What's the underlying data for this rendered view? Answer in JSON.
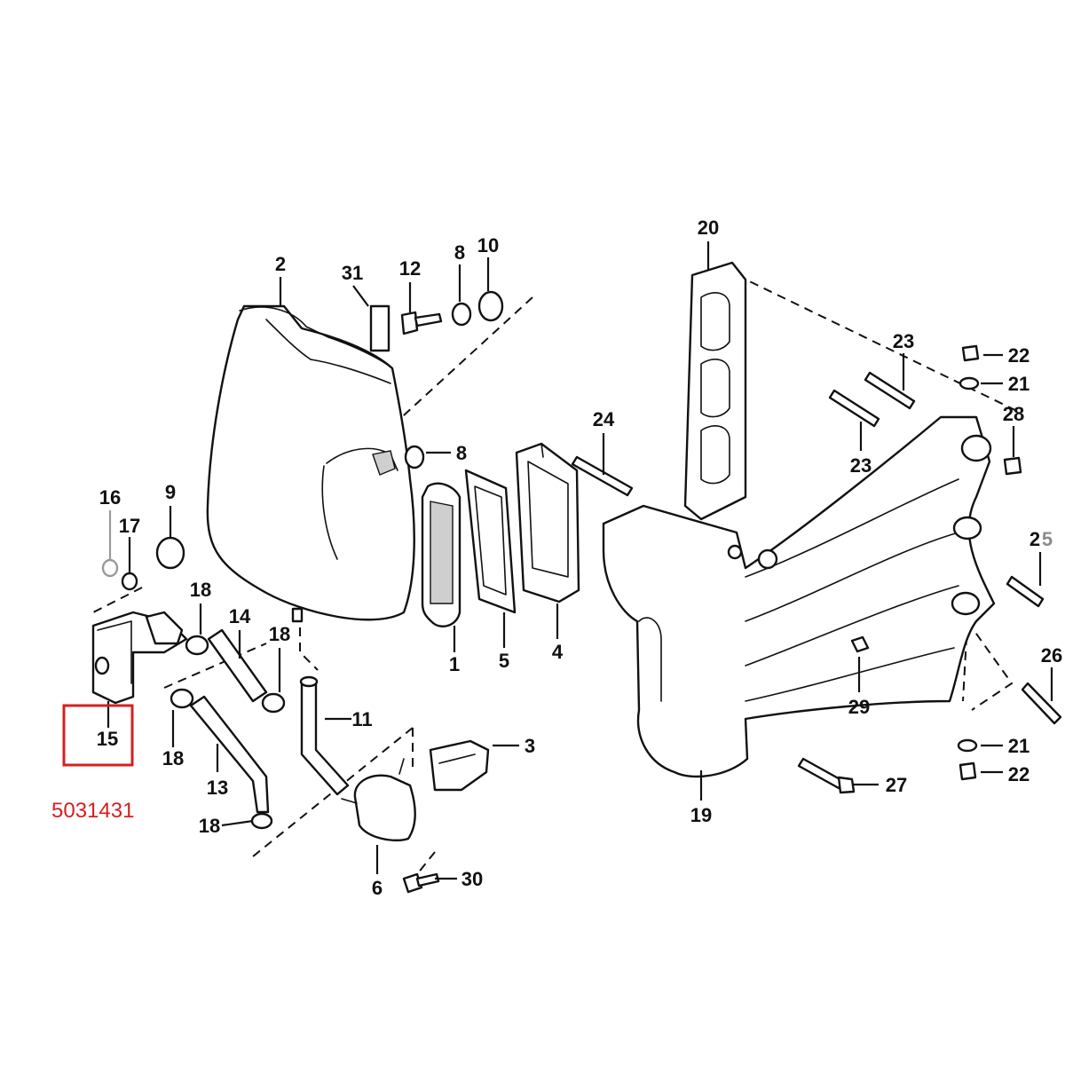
{
  "labels": {
    "1": "1",
    "2": "2",
    "3": "3",
    "4": "4",
    "5": "5",
    "6": "6",
    "8a": "8",
    "8b": "8",
    "9": "9",
    "10": "10",
    "11": "11",
    "12": "12",
    "13": "13",
    "14": "14",
    "15": "15",
    "16": "16",
    "17": "17",
    "18a": "18",
    "18b": "18",
    "18c": "18",
    "18d": "18",
    "19": "19",
    "20": "20",
    "21a": "21",
    "21b": "21",
    "22a": "22",
    "22b": "22",
    "23a": "23",
    "23b": "23",
    "24": "24",
    "25a": "2",
    "25b": "5",
    "26": "26",
    "27": "27",
    "28": "28",
    "29": "29",
    "30": "30",
    "31": "31"
  },
  "highlight": {
    "label": "15",
    "part_number": "5031431",
    "color": "#d42020"
  },
  "colors": {
    "line": "#111111",
    "background": "#ffffff",
    "faded_label": "#8c8c8c"
  }
}
